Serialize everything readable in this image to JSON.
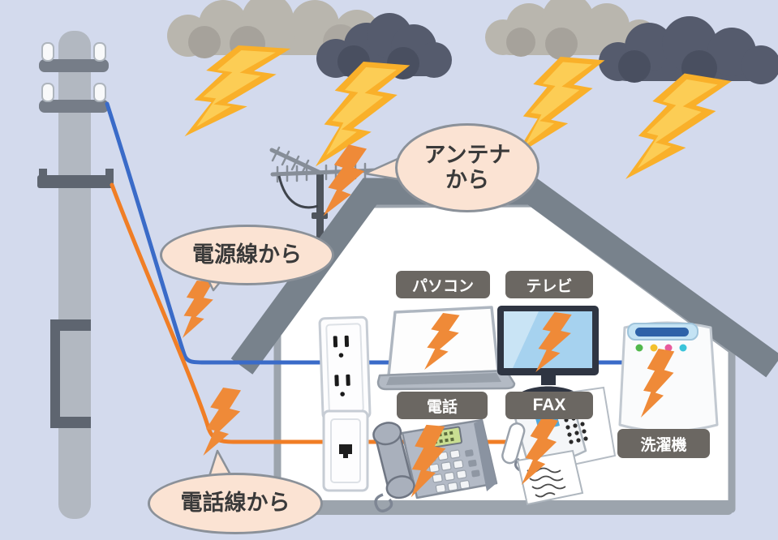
{
  "bubbles": {
    "antenna": {
      "line1": "アンテナ",
      "line2": "から"
    },
    "power_line": {
      "label": "電源線から"
    },
    "phone_line": {
      "label": "電話線から"
    }
  },
  "appliance_labels": {
    "pc": "パソコン",
    "tv": "テレビ",
    "phone": "電話",
    "fax": "FAX",
    "washing_machine": "洗濯機"
  },
  "colors": {
    "background": "#D3DAED",
    "power_wire_blue": "#3A6BC8",
    "phone_wire_orange": "#F07E26",
    "surge_bolt_orange": "#EF8A38",
    "lightning_yellow": "#F9B02A",
    "lightning_yellow_light": "#FCCD55",
    "cloud_light_gray": "#B9B6AE",
    "cloud_dark_gray": "#555B6D",
    "roof_gray": "#78828C",
    "bubble_fill": "#FBE3D3",
    "bubble_border": "#8B9199",
    "label_chip_bg": "#6B6762",
    "label_chip_text": "#FFFFFF"
  }
}
